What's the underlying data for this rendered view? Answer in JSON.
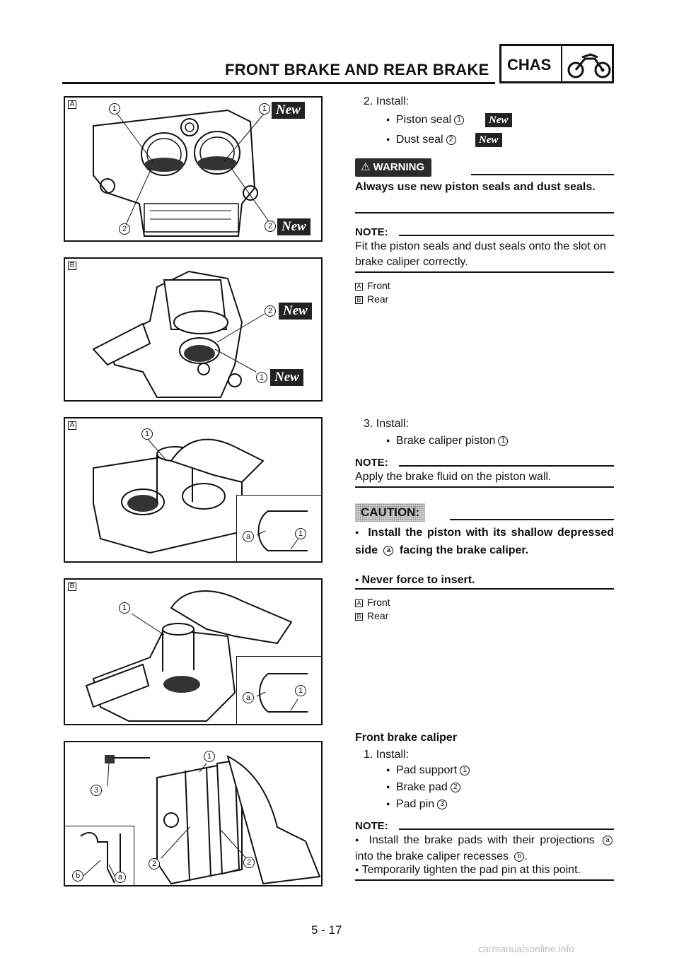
{
  "header": {
    "title": "FRONT BRAKE AND REAR BRAKE",
    "section_code": "CHAS",
    "section_icon": "motorcycle-icon"
  },
  "figures": {
    "new_label": "New",
    "letter_a": "A",
    "letter_b": "B",
    "n1": "1",
    "n2": "2",
    "n3": "3",
    "la": "a",
    "lb": "b"
  },
  "step2": {
    "number": "2.",
    "action": "Install:",
    "item1": "Piston seal",
    "item1_ref": "1",
    "item2": "Dust seal",
    "item2_ref": "2"
  },
  "warning": {
    "label": "WARNING",
    "text": "Always use new piston seals and dust seals."
  },
  "note1": {
    "label": "NOTE:",
    "text": "Fit the piston seals and dust seals onto the slot on brake caliper correctly."
  },
  "legend1": {
    "a_key": "A",
    "a_text": "Front",
    "b_key": "B",
    "b_text": "Rear"
  },
  "step3": {
    "number": "3.",
    "action": "Install:",
    "item1": "Brake caliper piston",
    "item1_ref": "1"
  },
  "note2": {
    "label": "NOTE:",
    "text": "Apply the brake fluid on the piston wall."
  },
  "caution": {
    "label": "CAUTION:",
    "b1_pre": "Install the piston with its shallow depressed side",
    "b1_ref": "a",
    "b1_post": "facing the brake caliper.",
    "b2": "Never force to insert."
  },
  "legend2": {
    "a_key": "A",
    "a_text": "Front",
    "b_key": "B",
    "b_text": "Rear"
  },
  "front_caliper": {
    "heading": "Front brake caliper",
    "number": "1.",
    "action": "Install:",
    "item1": "Pad support",
    "item1_ref": "1",
    "item2": "Brake pad",
    "item2_ref": "2",
    "item3": "Pad pin",
    "item3_ref": "3"
  },
  "note3": {
    "label": "NOTE:",
    "b1_pre": "Install the brake pads with their projections",
    "b1_ref_a": "a",
    "b1_mid": "into the brake caliper recesses",
    "b1_ref_b": "b",
    "b1_post": ".",
    "b2": "Temporarily tighten the pad pin at this point."
  },
  "footer": {
    "page_number": "5 - 17",
    "watermark": "carmanualsonline.info"
  }
}
